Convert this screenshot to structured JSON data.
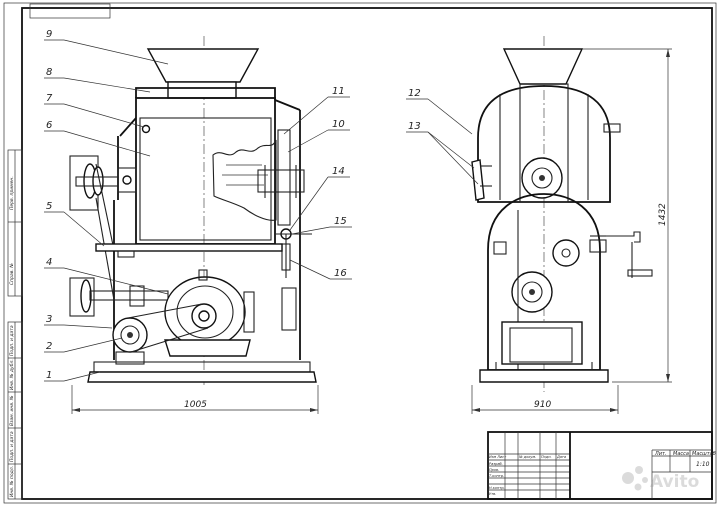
{
  "drawing": {
    "callouts": [
      "1",
      "2",
      "3",
      "4",
      "5",
      "6",
      "7",
      "8",
      "9",
      "10",
      "11",
      "12",
      "13",
      "14",
      "15",
      "16"
    ],
    "dimensions": {
      "front_width": "1005",
      "side_width": "910",
      "height": "1432"
    }
  },
  "title_block": {
    "header_labels": [
      "Лит.",
      "Масса",
      "Масштаб"
    ],
    "scale": "1:10",
    "row_labels": [
      "Изм Лист",
      "№ докум.",
      "Подп.",
      "Дата"
    ],
    "role_labels": [
      "Разраб.",
      "Пров.",
      "Т.контр.",
      "Н.контр.",
      "Утв."
    ]
  },
  "margin_column": {
    "labels": [
      "Перв. примен.",
      "Справ. №",
      "Подп. и дата",
      "Инв. № дубл.",
      "Взам. инв. №",
      "Подп. и дата",
      "Инв. № подл."
    ]
  },
  "watermark": "Avito"
}
